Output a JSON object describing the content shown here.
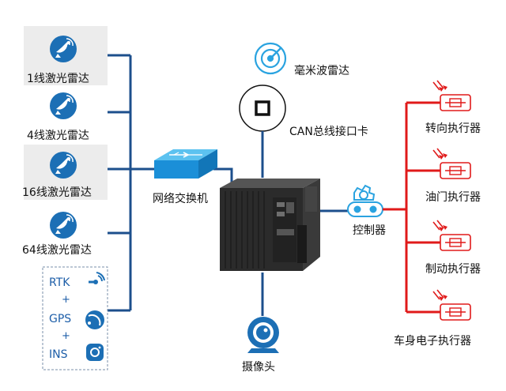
{
  "colors": {
    "bus": "#1c4f8c",
    "icon_blue": "#1c6fb5",
    "light_blue": "#2aa3e0",
    "actuator_red": "#e01a1a",
    "computer": "#2b2b2b"
  },
  "lidars": [
    {
      "label": "1线激光雷达",
      "icon": "satellite-dish-icon"
    },
    {
      "label": "4线激光雷达",
      "icon": "satellite-dish-icon"
    },
    {
      "label": "16线激光雷达",
      "icon": "satellite-dish-icon"
    },
    {
      "label": "64线激光雷达",
      "icon": "satellite-dish-icon"
    }
  ],
  "gnss": {
    "items": [
      "RTK",
      "GPS",
      "INS"
    ],
    "plus": "+",
    "icons": [
      "antenna-key-icon",
      "signal-icon",
      "instagram-like-icon"
    ]
  },
  "switch": {
    "label": "网络交换机",
    "icon": "network-switch-icon"
  },
  "radar": {
    "label": "毫米波雷达",
    "icon": "radar-icon"
  },
  "can": {
    "label": "CAN总线接口卡",
    "icon": "can-card-icon"
  },
  "camera": {
    "label": "摄像头",
    "icon": "webcam-icon"
  },
  "controller": {
    "label": "控制器",
    "icon": "gear-controller-icon"
  },
  "actuators": [
    {
      "label": "转向执行器",
      "icon": "actuator-icon"
    },
    {
      "label": "油门执行器",
      "icon": "actuator-icon"
    },
    {
      "label": "制动执行器",
      "icon": "actuator-icon"
    },
    {
      "label": "车身电子执行器",
      "icon": "actuator-icon"
    }
  ],
  "computer": {
    "icon": "industrial-computer-icon"
  }
}
